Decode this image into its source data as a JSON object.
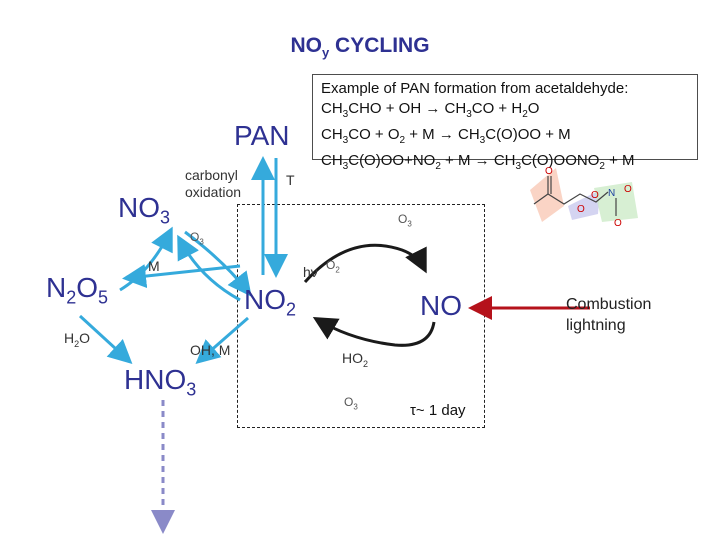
{
  "title": {
    "main": "NO",
    "sub": "y",
    "rest": " CYCLING"
  },
  "example": {
    "heading": "Example of PAN formation from acetaldehyde:",
    "line1": [
      {
        "t": "CH"
      },
      {
        "s": "3"
      },
      {
        "t": "CHO + OH "
      },
      {
        "a": "→"
      },
      {
        "t": " CH"
      },
      {
        "s": "3"
      },
      {
        "t": "CO + H"
      },
      {
        "s": "2"
      },
      {
        "t": "O"
      }
    ],
    "line2": [
      {
        "t": "CH"
      },
      {
        "s": "3"
      },
      {
        "t": "CO + O"
      },
      {
        "s": "2"
      },
      {
        "t": " + M "
      },
      {
        "a": "→"
      },
      {
        "t": " CH"
      },
      {
        "s": "3"
      },
      {
        "t": "C(O)OO + M"
      }
    ],
    "line3": [
      {
        "t": "CH"
      },
      {
        "s": "3"
      },
      {
        "t": "C(O)OO+NO"
      },
      {
        "s": "2"
      },
      {
        "t": " + M "
      },
      {
        "a": "→"
      },
      {
        "t": " CH"
      },
      {
        "s": "3"
      },
      {
        "t": "C(O)OONO"
      },
      {
        "s": "2"
      },
      {
        "t": " + M"
      }
    ]
  },
  "species": {
    "pan": "PAN",
    "no3": {
      "main": "NO",
      "sub": "3"
    },
    "n2o5": {
      "a": "N",
      "s1": "2",
      "b": "O",
      "s2": "5"
    },
    "no2": {
      "main": "NO",
      "sub": "2"
    },
    "no": "NO",
    "hno3": {
      "main": "HNO",
      "sub": "3"
    }
  },
  "labels": {
    "carbonyl_oxidation": [
      "carbonyl",
      "oxidation"
    ],
    "t": "T",
    "o3_left": {
      "main": "O",
      "sub": "3"
    },
    "m": "M",
    "h2o": {
      "a": "H",
      "s": "2",
      "b": "O"
    },
    "oh_m": "OH, M",
    "o3_box": {
      "main": "O",
      "sub": "3"
    },
    "hv": "hν",
    "o2": {
      "main": "O",
      "sub": "2"
    },
    "ho2": {
      "main": "HO",
      "sub": "2"
    },
    "o3_bottom": {
      "main": "O",
      "sub": "3"
    },
    "lifetime": "τ~ 1 day",
    "combustion": [
      "Combustion",
      "lightning"
    ]
  },
  "colors": {
    "title": "#2e3192",
    "arrow_blue": "#35aadc",
    "arrow_red": "#b5121b",
    "arrow_black": "#1a1a1a",
    "dashed_purple": "#8a8ac8"
  }
}
